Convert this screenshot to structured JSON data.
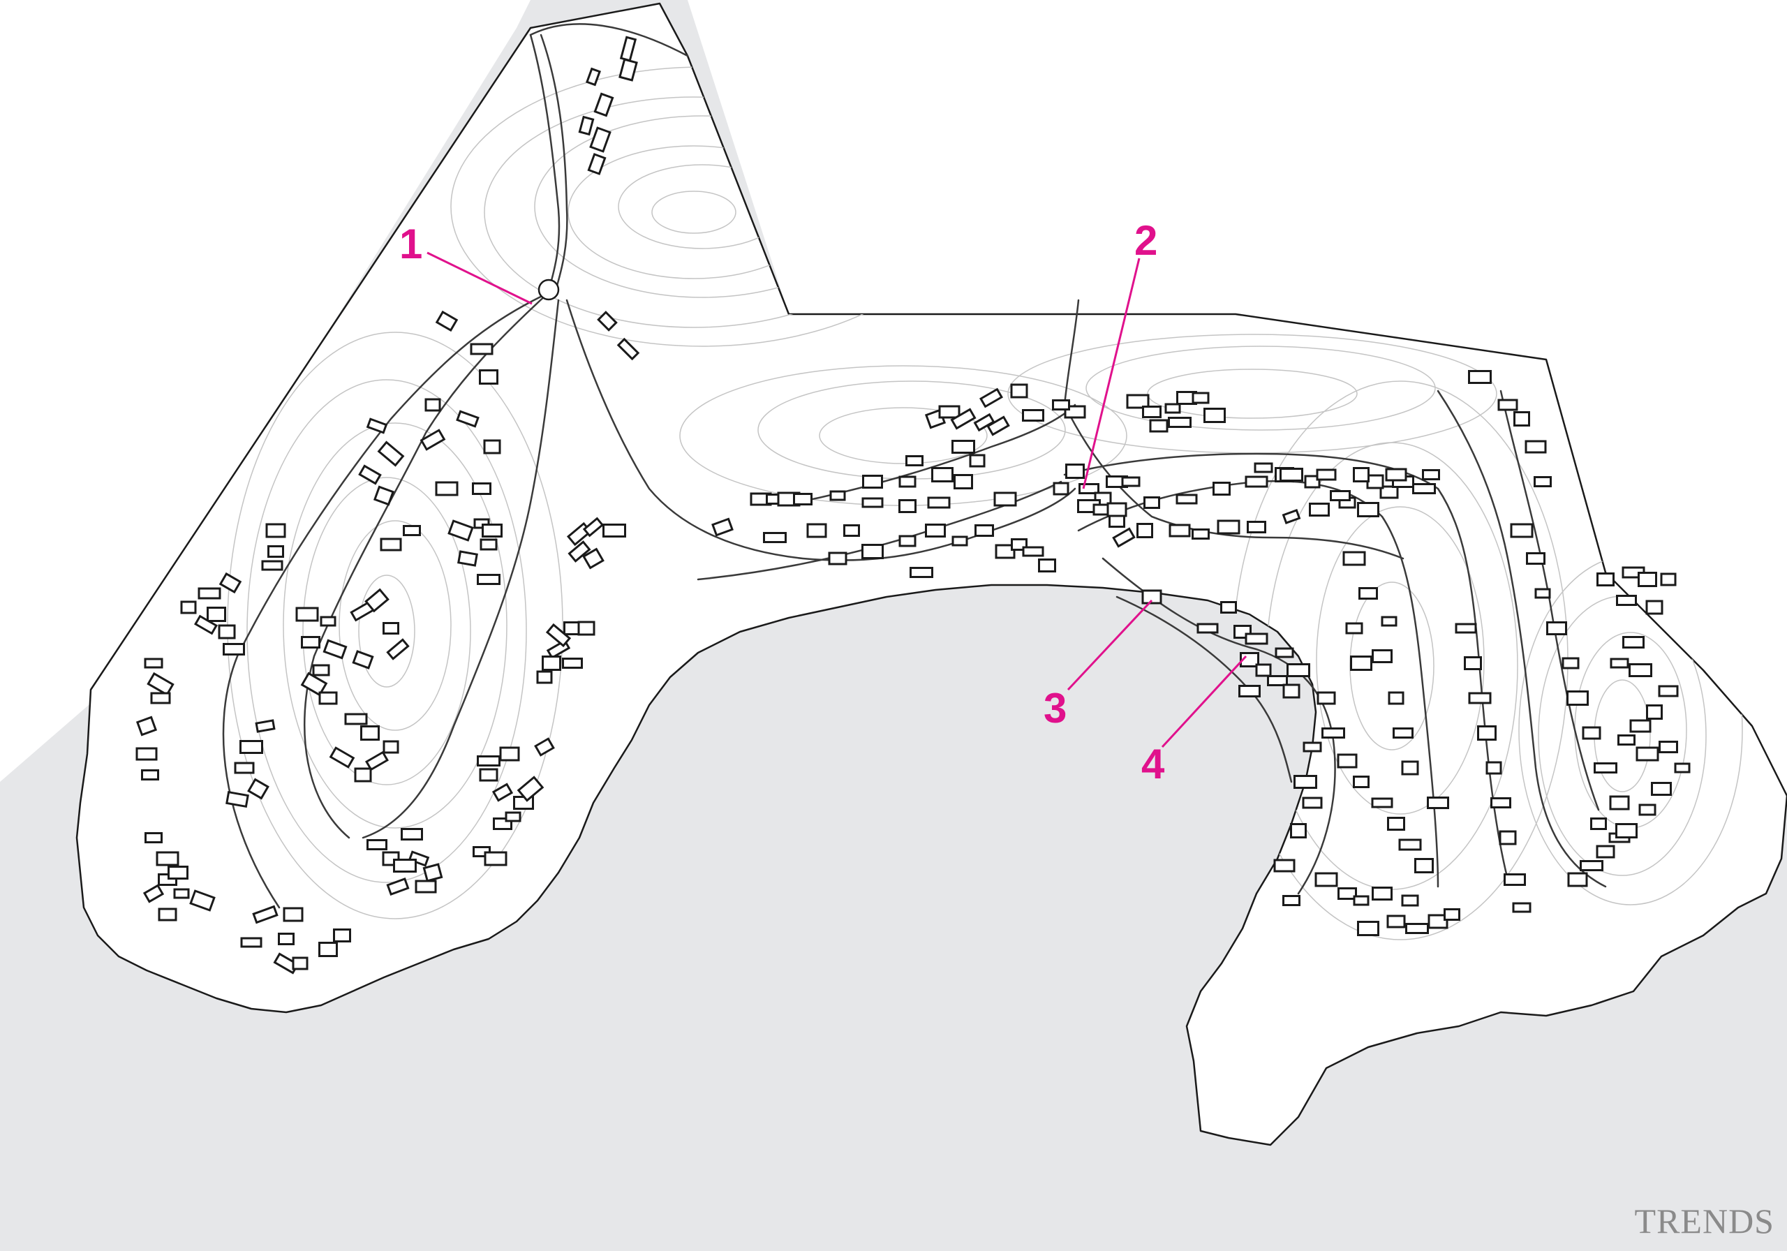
{
  "colors": {
    "sea": "#e6e7e9",
    "land": "#ffffff",
    "outline": "#1a1a1a",
    "contour": "#c4c4c4",
    "road": "#3a3a3a",
    "building": "#1a1a1a",
    "building_fill": "#ffffff",
    "callout": "#e0118c",
    "watermark": "#8a8a8a"
  },
  "callouts": [
    {
      "id": "1",
      "label": "1"
    },
    {
      "id": "2",
      "label": "2"
    },
    {
      "id": "3",
      "label": "3"
    },
    {
      "id": "4",
      "label": "4"
    }
  ],
  "watermark": "TRENDS"
}
